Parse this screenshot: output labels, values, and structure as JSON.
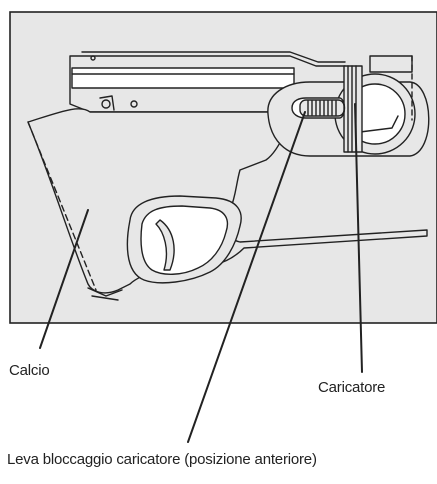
{
  "labels": {
    "stock": "Calcio",
    "magazine": "Caricatore",
    "magazine_release_lever": "Leva bloccaggio caricatore (posizione anteriore)"
  },
  "colors": {
    "panel_fill": "#e7e7e7",
    "line": "#222222",
    "background": "#ffffff"
  }
}
